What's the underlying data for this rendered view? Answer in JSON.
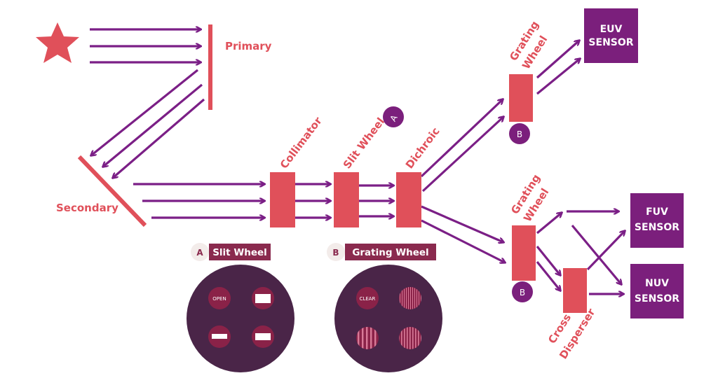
{
  "labels": {
    "primary": "Primary",
    "secondary": "Secondary",
    "collimator": "Collimator",
    "slit_wheel": "Slit Wheel",
    "dichroic": "Dichroic",
    "grating_wheel_top_1": "Grating",
    "grating_wheel_top_2": "Wheel",
    "grating_wheel_bottom_1": "Grating",
    "grating_wheel_bottom_2": "Wheel",
    "cross_disperser_1": "Cross",
    "cross_disperser_2": "Disperser"
  },
  "sensors": {
    "euv_1": "EUV",
    "euv_2": "SENSOR",
    "fuv_1": "FUV",
    "fuv_2": "SENSOR",
    "nuv_1": "NUV",
    "nuv_2": "SENSOR"
  },
  "badges": {
    "slit_a": "A",
    "grating_top_b": "B",
    "grating_bottom_b": "B"
  },
  "legend": {
    "a": {
      "letter": "A",
      "title": "Slit Wheel",
      "open_label": "OPEN"
    },
    "b": {
      "letter": "B",
      "title": "Grating Wheel",
      "clear_label": "CLEAR"
    }
  },
  "colors": {
    "arrow": "#7b1f86",
    "element": "#e0505a",
    "sensor": "#7b1f7c",
    "wheel_bg": "#4a2548",
    "position": "#8a2248",
    "legend_bar": "#8a2a4e"
  }
}
